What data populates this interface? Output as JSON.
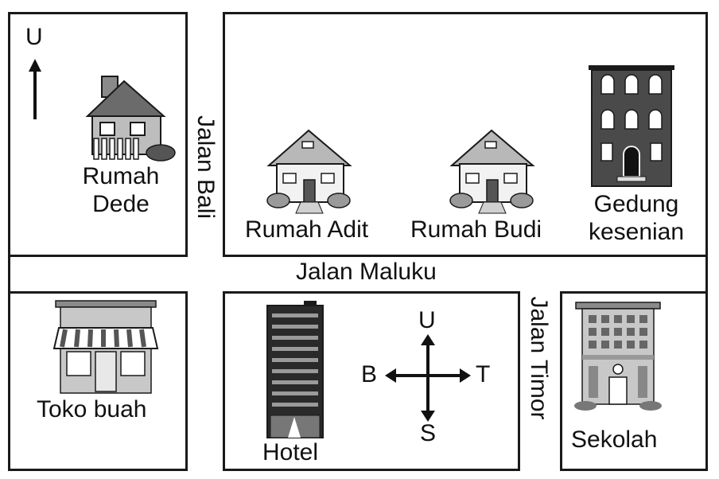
{
  "north_marker": {
    "letter": "U"
  },
  "roads": {
    "horizontal": "Jalan Maluku",
    "vertical_left": "Jalan Bali",
    "vertical_right": "Jalan Timor"
  },
  "places": {
    "rumah_dede": {
      "line1": "Rumah",
      "line2": "Dede",
      "icon": "house-with-fence-icon"
    },
    "rumah_adit": {
      "label": "Rumah Adit",
      "icon": "house-icon"
    },
    "rumah_budi": {
      "label": "Rumah Budi",
      "icon": "house-icon"
    },
    "gedung_kesenian": {
      "line1": "Gedung",
      "line2": "kesenian",
      "icon": "tall-building-icon"
    },
    "toko_buah": {
      "label": "Toko buah",
      "icon": "shop-awning-icon"
    },
    "hotel": {
      "label": "Hotel",
      "icon": "hotel-tower-icon"
    },
    "sekolah": {
      "label": "Sekolah",
      "icon": "school-building-icon"
    }
  },
  "compass": {
    "north": "U",
    "south": "S",
    "east": "T",
    "west": "B"
  },
  "colors": {
    "line": "#1a1a1a",
    "building_dark": "#3a3a3a",
    "building_mid": "#8a8a8a",
    "building_light": "#cfcfcf"
  }
}
